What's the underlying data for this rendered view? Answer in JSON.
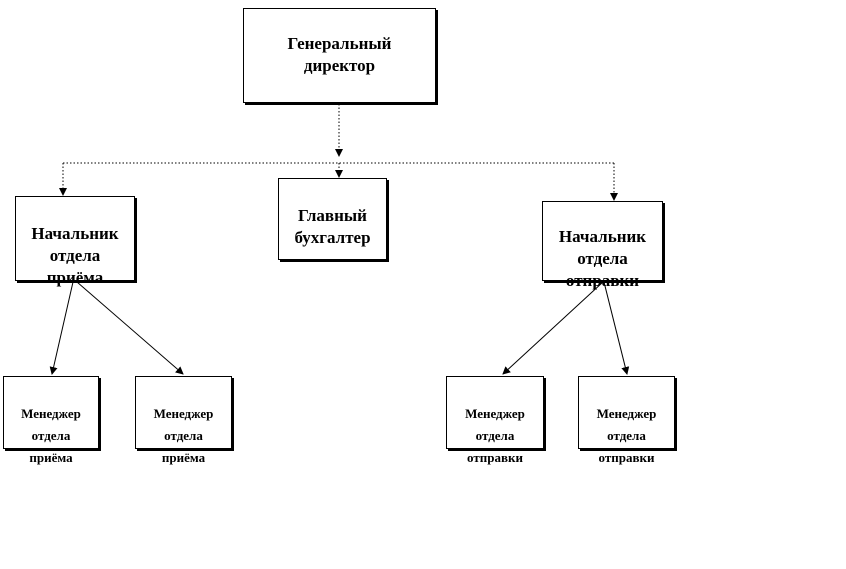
{
  "nodes": {
    "general_director": "Генеральный\nдиректор",
    "chief_accountant": "Главный\nбухгалтер",
    "head_reception": "Начальник\nотдела\nприёма",
    "head_dispatch": "Начальник\nотдела\nотправки",
    "manager_reception_1": "Менеджер\nотдела\nприёма",
    "manager_reception_2": "Менеджер\nотдела\nприёма",
    "manager_dispatch_1": "Менеджер\nотдела\nотправки",
    "manager_dispatch_2": "Менеджер\nотдела\nотправки"
  },
  "colors": {
    "line": "#000000",
    "box_border": "#000000",
    "background": "#ffffff"
  }
}
